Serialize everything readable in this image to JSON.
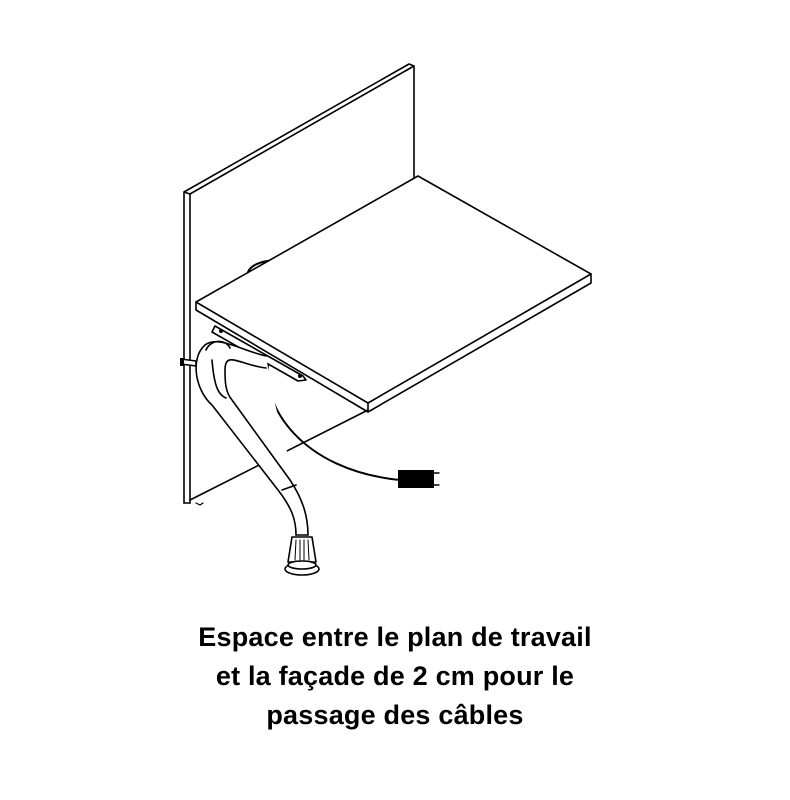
{
  "figure": {
    "description": "Line drawing of a desk top attached to a vertical privacy panel, supported by a curved tubular leg with a foot; two cables with black connector blocks pass through the gap between the work surface and the panel.",
    "colors": {
      "line": "#000000",
      "background": "#ffffff"
    }
  },
  "caption": {
    "lines": [
      "Espace entre le plan de travail",
      "et la façade de 2 cm pour le",
      "passage des câbles"
    ]
  }
}
